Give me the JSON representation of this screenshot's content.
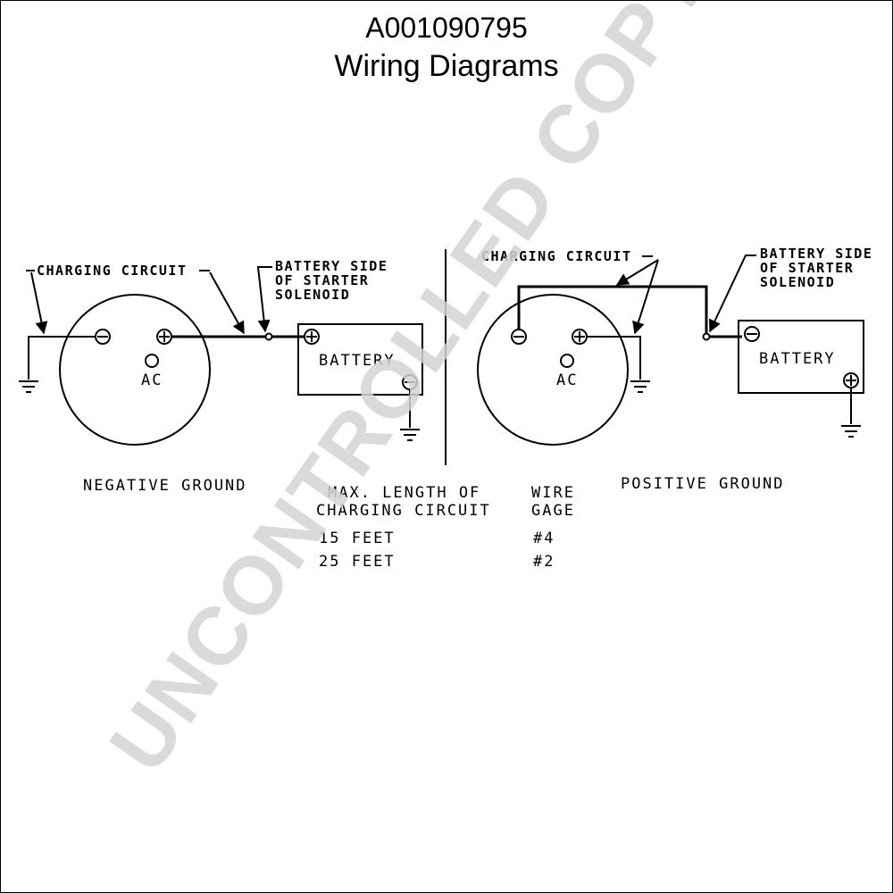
{
  "header": {
    "doc_id": "A001090795",
    "title": "Wiring Diagrams"
  },
  "negative_ground": {
    "charging_circuit_label": "CHARGING CIRCUIT",
    "solenoid_label": [
      "BATTERY SIDE",
      "OF STARTER",
      "SOLENOID"
    ],
    "battery_label": "BATTERY",
    "alternator_terminal": "AC",
    "caption": "NEGATIVE GROUND"
  },
  "positive_ground": {
    "charging_circuit_label": "CHARGING CIRCUIT",
    "solenoid_label": [
      "BATTERY SIDE",
      "OF STARTER",
      "SOLENOID"
    ],
    "battery_label": "BATTERY",
    "alternator_terminal": "AC",
    "caption": "POSITIVE GROUND"
  },
  "wire_table": {
    "col1_header": [
      "MAX. LENGTH OF",
      "CHARGING CIRCUIT"
    ],
    "col2_header": [
      "WIRE",
      "GAGE"
    ],
    "rows": [
      {
        "length": "15 FEET",
        "gage": "#4"
      },
      {
        "length": "25 FEET",
        "gage": "#2"
      }
    ]
  },
  "watermark": "UNCONTROLLED COPY"
}
